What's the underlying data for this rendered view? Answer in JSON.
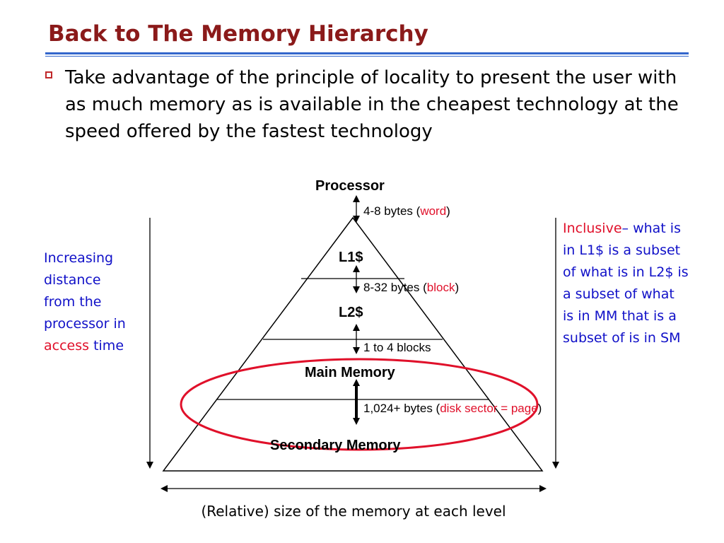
{
  "title": "Back to The Memory Hierarchy",
  "bullet": "Take advantage of the principle of locality to present the user with as much memory as is available in the cheapest technology at the speed offered by the fastest technology",
  "levels": {
    "processor": "Processor",
    "l1": "L1$",
    "l2": "L2$",
    "main": "Main Memory",
    "secondary": "Secondary  Memory"
  },
  "transfers": {
    "t1": {
      "before": "4-8 bytes (",
      "unit": "word",
      "after": ")"
    },
    "t2": {
      "before": "8-32 bytes (",
      "unit": "block",
      "after": ")"
    },
    "t3": {
      "text": "1 to 4 blocks"
    },
    "t4": {
      "before": "1,024+ bytes (",
      "unit": "disk sector = page",
      "after": ")"
    }
  },
  "left_note": {
    "text": "Increasing distance from the processor in",
    "highlight": "access",
    "tail": "time"
  },
  "right_note": {
    "highlight": "Inclusive",
    "text": "– what is in L1$ is a subset of what is in L2$ is a subset of what is in MM that is a subset of is in SM"
  },
  "size_caption": "(Relative) size of the memory at each level",
  "colors": {
    "title": "#8b1a1a",
    "rule": "#3366cc",
    "highlight": "#e0102a",
    "note_text": "#1010c8",
    "ellipse": "#e0102a"
  }
}
